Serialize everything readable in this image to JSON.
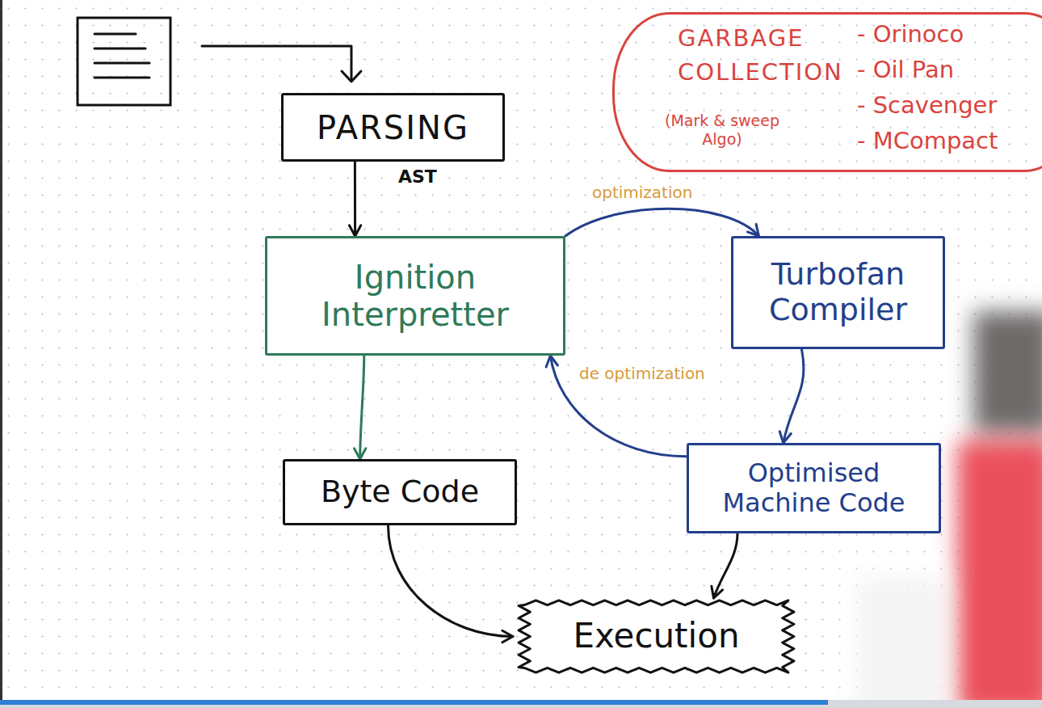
{
  "diagram": {
    "nodes": [
      {
        "text": [
          "PARSING"
        ]
      },
      {
        "text": [
          "GARBAGE COLLECTION",
          "(Mark & sweep Algo)",
          "- Orinoco",
          "- Oil Pan",
          "- Scavenger",
          "- MCompact"
        ]
      },
      {
        "text": [
          "Ignition Interpretter"
        ]
      },
      {
        "text": [
          "Turbofan Compiler"
        ]
      },
      {
        "text": [
          "Byte Code"
        ]
      },
      {
        "text": [
          "Optimised Machine Code"
        ]
      },
      {
        "text": [
          "Execution"
        ]
      }
    ],
    "edges": [
      {
        "from": 0,
        "to": 2,
        "arrow": "to",
        "label": "AST"
      },
      {
        "from": 2,
        "to": 3,
        "arrow": "to",
        "label": "optimization"
      },
      {
        "from": 3,
        "to": 5,
        "arrow": "to"
      },
      {
        "from": 5,
        "to": 2,
        "arrow": "to",
        "label": "de optimization"
      },
      {
        "from": 2,
        "to": 4,
        "arrow": "to"
      },
      {
        "from": 4,
        "to": 6,
        "arrow": "to"
      },
      {
        "from": 5,
        "to": 6,
        "arrow": "to"
      }
    ]
  }
}
